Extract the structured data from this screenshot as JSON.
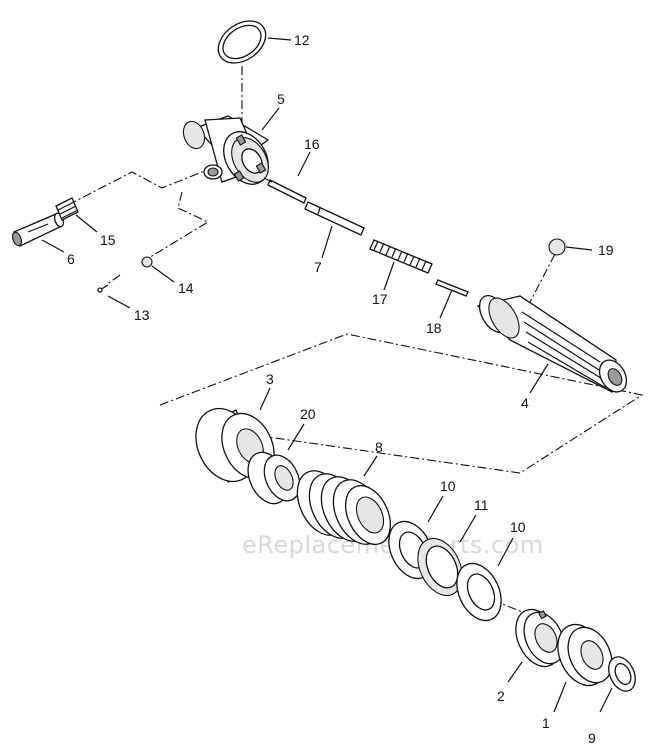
{
  "watermark": "eReplacementParts.com",
  "callouts": [
    "12",
    "5",
    "16",
    "15",
    "6",
    "14",
    "13",
    "7",
    "17",
    "18",
    "19",
    "4",
    "3",
    "20",
    "8",
    "10",
    "11",
    "10",
    "2",
    "1",
    "9"
  ]
}
